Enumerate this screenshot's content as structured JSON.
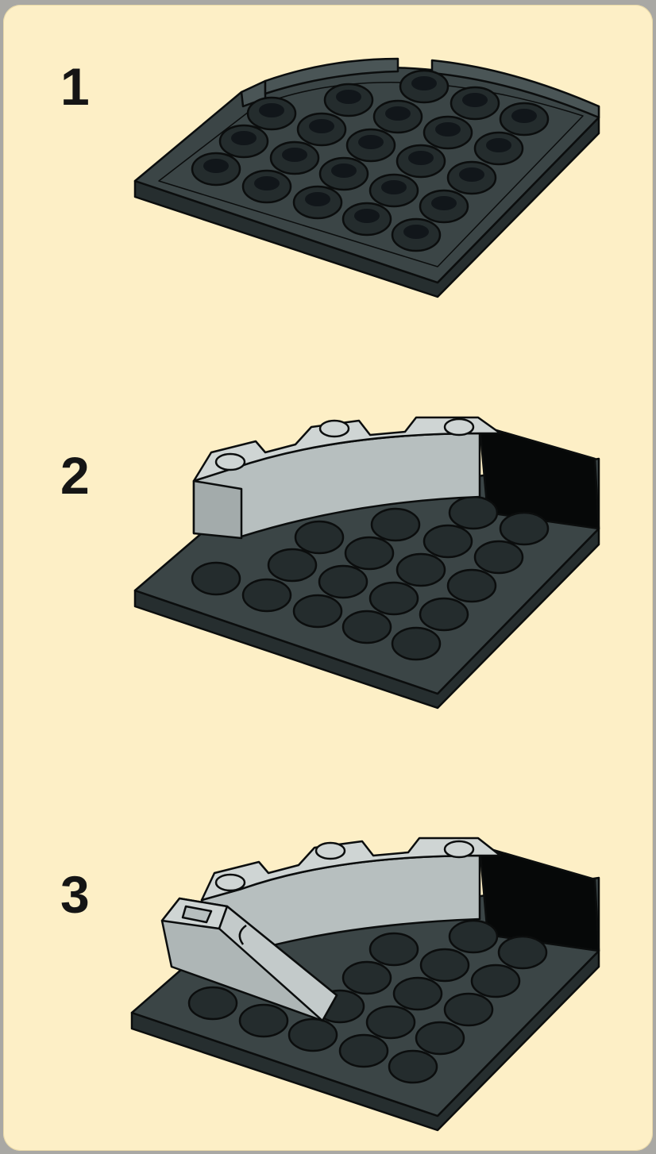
{
  "colors": {
    "page_background": "#fdefc6",
    "frame": "#a9a8a4",
    "baseplate": "#3b4546",
    "arch": "#b7bfbf",
    "outline": "#0b0d0d"
  },
  "steps": [
    {
      "number": "1"
    },
    {
      "number": "2"
    },
    {
      "number": "3"
    }
  ]
}
